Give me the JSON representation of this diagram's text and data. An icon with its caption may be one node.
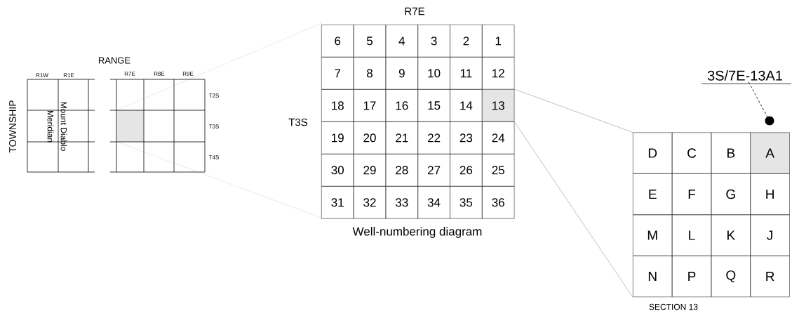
{
  "diagram": {
    "nodes": [
      {
        "text": [
          "6"
        ]
      },
      {
        "text": [
          "5"
        ]
      },
      {
        "text": [
          "4"
        ]
      },
      {
        "text": [
          "3"
        ]
      },
      {
        "text": [
          "2"
        ]
      },
      {
        "text": [
          "1"
        ]
      },
      {
        "text": [
          "7"
        ]
      },
      {
        "text": [
          "8"
        ]
      },
      {
        "text": [
          "9"
        ]
      },
      {
        "text": [
          "10"
        ]
      },
      {
        "text": [
          "11"
        ]
      },
      {
        "text": [
          "12"
        ]
      },
      {
        "text": [
          "18"
        ]
      },
      {
        "text": [
          "17"
        ]
      },
      {
        "text": [
          "16"
        ]
      },
      {
        "text": [
          "15"
        ]
      },
      {
        "text": [
          "14"
        ]
      },
      {
        "text": [
          "13"
        ]
      },
      {
        "text": [
          "19"
        ]
      },
      {
        "text": [
          "20"
        ]
      },
      {
        "text": [
          "21"
        ]
      },
      {
        "text": [
          "22"
        ]
      },
      {
        "text": [
          "23"
        ]
      },
      {
        "text": [
          "24"
        ]
      },
      {
        "text": [
          "30"
        ]
      },
      {
        "text": [
          "29"
        ]
      },
      {
        "text": [
          "28"
        ]
      },
      {
        "text": [
          "27"
        ]
      },
      {
        "text": [
          "26"
        ]
      },
      {
        "text": [
          "25"
        ]
      },
      {
        "text": [
          "31"
        ]
      },
      {
        "text": [
          "32"
        ]
      },
      {
        "text": [
          "33"
        ]
      },
      {
        "text": [
          "34"
        ]
      },
      {
        "text": [
          "35"
        ]
      },
      {
        "text": [
          "36"
        ]
      },
      {
        "text": [
          "D"
        ]
      },
      {
        "text": [
          "C"
        ]
      },
      {
        "text": [
          "B"
        ]
      },
      {
        "text": [
          "A"
        ]
      },
      {
        "text": [
          "E"
        ]
      },
      {
        "text": [
          "F"
        ]
      },
      {
        "text": [
          "G"
        ]
      },
      {
        "text": [
          "H"
        ]
      },
      {
        "text": [
          "M"
        ]
      },
      {
        "text": [
          "L"
        ]
      },
      {
        "text": [
          "K"
        ]
      },
      {
        "text": [
          "J"
        ]
      },
      {
        "text": [
          "N"
        ]
      },
      {
        "text": [
          "P"
        ]
      },
      {
        "text": [
          "Q"
        ]
      },
      {
        "text": [
          "R"
        ]
      },
      {
        "text": [
          "3S/7E-13A1"
        ]
      },
      {
        "text": [],
        "shape": "circle"
      }
    ],
    "edges": [
      {
        "from": 52,
        "to": 53,
        "arrow": "none",
        "style": "dashed",
        "color": "#000000"
      },
      {
        "from": 17,
        "to": 36,
        "arrow": "none"
      },
      {
        "from": 17,
        "to": 48,
        "arrow": "none"
      }
    ],
    "labels": [
      "RANGE",
      "R1W",
      "R1E",
      "R7E",
      "R8E",
      "R9E",
      "T2S",
      "T3S",
      "T4S",
      "TOWNSHIP",
      "Mount Diablo",
      "Meridian",
      "R7E",
      "T3S",
      "Well-numbering diagram",
      "SECTION 13"
    ]
  }
}
